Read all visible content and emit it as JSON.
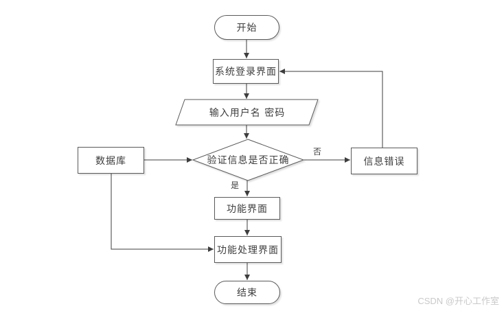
{
  "diagram": {
    "type": "flowchart",
    "nodes": {
      "start": {
        "label": "开始",
        "shape": "terminator"
      },
      "login": {
        "label": "系统登录界面",
        "shape": "process"
      },
      "input": {
        "label": "输入用户名 密码",
        "shape": "input-output"
      },
      "decision": {
        "label": "验证信息是否正确",
        "shape": "decision"
      },
      "database": {
        "label": "数据库",
        "shape": "process"
      },
      "error": {
        "label": "信息错误",
        "shape": "process"
      },
      "func": {
        "label": "功能界面",
        "shape": "process"
      },
      "funcproc": {
        "label": "功能处理界面",
        "shape": "process"
      },
      "end": {
        "label": "结束",
        "shape": "terminator"
      }
    },
    "edge_labels": {
      "no": "否",
      "yes": "是"
    },
    "edges": [
      {
        "from": "start",
        "to": "login"
      },
      {
        "from": "login",
        "to": "input"
      },
      {
        "from": "input",
        "to": "decision"
      },
      {
        "from": "database",
        "to": "decision"
      },
      {
        "from": "decision",
        "to": "error",
        "label": "否"
      },
      {
        "from": "decision",
        "to": "func",
        "label": "是"
      },
      {
        "from": "func",
        "to": "funcproc"
      },
      {
        "from": "database",
        "to": "funcproc"
      },
      {
        "from": "error",
        "to": "login"
      },
      {
        "from": "funcproc",
        "to": "end"
      }
    ]
  },
  "colors": {
    "background": "#ffffff",
    "shape_border": "#595959",
    "line": "#3d3d3d",
    "text": "#3d3d3d",
    "watermark": "#c9c9c9"
  },
  "watermark": {
    "text": "CSDN @开心工作室"
  }
}
